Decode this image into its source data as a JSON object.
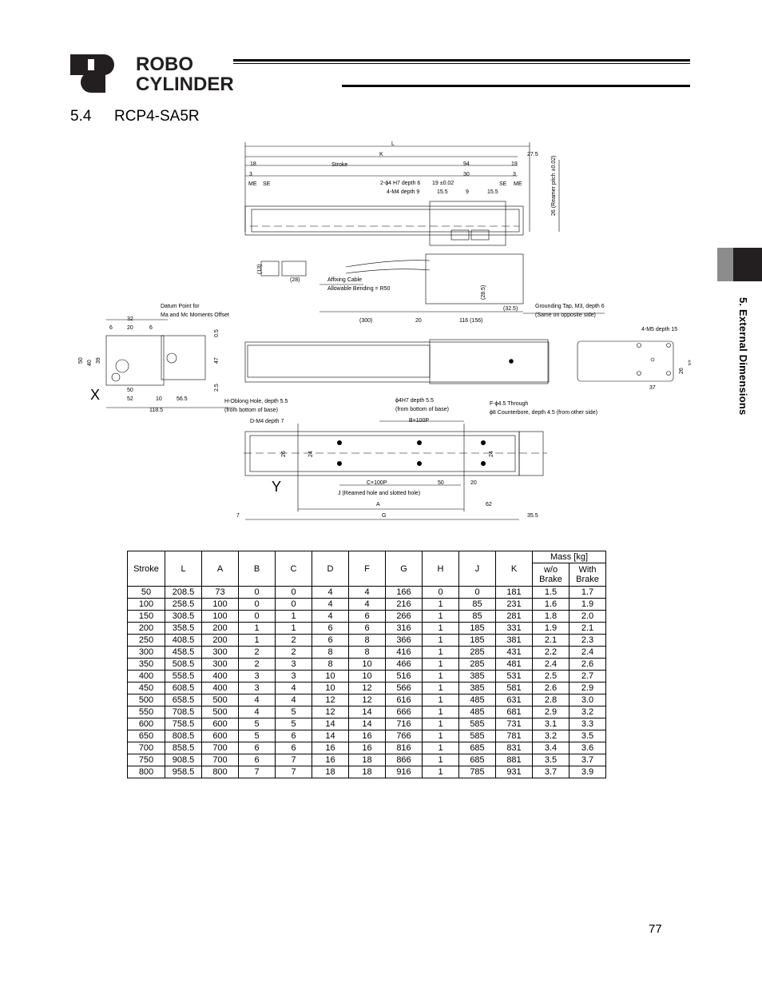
{
  "brand": {
    "line1": "ROBO",
    "line2": "CYLINDER"
  },
  "section": {
    "number": "5.4",
    "title": "RCP4-SA5R"
  },
  "side_tab": "5. External Dimensions",
  "page_number": "77",
  "drawing": {
    "top_labels": [
      "L",
      "K",
      "27.5",
      "18",
      "Stroke",
      "94",
      "19",
      "3",
      "30",
      "3",
      "ME",
      "SE",
      "SE",
      "ME",
      "15.5",
      "9",
      "15.5"
    ],
    "reamer_note": "26 (Reamer pitch ±0.02)",
    "hole_note_1": "2-ϕ4 H7 depth 6",
    "hole_note_2": "4-M4 depth 9",
    "tol_19": "19 ±0.02",
    "cable_note_1": "Affixing Cable",
    "cable_note_2": "Allowable Bending = R50",
    "dim_13": "(13)",
    "dim_28": "(28)",
    "dim_285": "(28.5)",
    "dim_325": "(32.5)",
    "ground_note_1": "Grounding Tap, M3, depth 6",
    "ground_note_2": "(Same on opposite side)",
    "dim_300": "(300)",
    "dim_20": "20",
    "dim_116": "116 (156)",
    "datum_note_1": "Datum Point for",
    "datum_note_2": "Ma and Mc Moments Offset",
    "end_dims": [
      "32",
      "6",
      "20",
      "6",
      "0.5",
      "47",
      "2.5",
      "50",
      "40",
      "39",
      "50",
      "52",
      "10",
      "56.5",
      "118.5"
    ],
    "axis_x": "X",
    "axis_y": "Y",
    "m5_note": "4-M5 depth 15",
    "m5_dims": [
      "26",
      "37",
      "37"
    ],
    "h_note_1": "H-Oblong Hole, depth 5.5",
    "h_note_2": "(from bottom of base)",
    "phi4_note_1": "ϕ4H7 depth 5.5",
    "phi4_note_2": "(from bottom of base)",
    "f_note_1": "F-ϕ4.5 Through",
    "f_note_2": "ϕ8 Counterbore, depth 4.5 (from other side)",
    "d_note": "D-M4 depth 7",
    "b100p": "B×100P",
    "c100p": "C×100P",
    "dim_50": "50",
    "dim_20b": "20",
    "j_note": "J (Reamed hole and slotted hole)",
    "a_label": "A",
    "dim_62": "62",
    "g_label": "G",
    "dim_7": "7",
    "dim_355": "35.5",
    "dim_26b": "26",
    "dim_24": "24",
    "dim_24b": "24"
  },
  "table": {
    "headers": [
      "Stroke",
      "L",
      "A",
      "B",
      "C",
      "D",
      "F",
      "G",
      "H",
      "J",
      "K"
    ],
    "mass_header": "Mass [kg]",
    "mass_sub": [
      "w/o Brake",
      "With Brake"
    ],
    "rows": [
      [
        "50",
        "208.5",
        "73",
        "0",
        "0",
        "4",
        "4",
        "166",
        "0",
        "0",
        "181",
        "1.5",
        "1.7"
      ],
      [
        "100",
        "258.5",
        "100",
        "0",
        "0",
        "4",
        "4",
        "216",
        "1",
        "85",
        "231",
        "1.6",
        "1.9"
      ],
      [
        "150",
        "308.5",
        "100",
        "0",
        "1",
        "4",
        "6",
        "266",
        "1",
        "85",
        "281",
        "1.8",
        "2.0"
      ],
      [
        "200",
        "358.5",
        "200",
        "1",
        "1",
        "6",
        "6",
        "316",
        "1",
        "185",
        "331",
        "1.9",
        "2.1"
      ],
      [
        "250",
        "408.5",
        "200",
        "1",
        "2",
        "6",
        "8",
        "366",
        "1",
        "185",
        "381",
        "2.1",
        "2.3"
      ],
      [
        "300",
        "458.5",
        "300",
        "2",
        "2",
        "8",
        "8",
        "416",
        "1",
        "285",
        "431",
        "2.2",
        "2.4"
      ],
      [
        "350",
        "508.5",
        "300",
        "2",
        "3",
        "8",
        "10",
        "466",
        "1",
        "285",
        "481",
        "2.4",
        "2.6"
      ],
      [
        "400",
        "558.5",
        "400",
        "3",
        "3",
        "10",
        "10",
        "516",
        "1",
        "385",
        "531",
        "2.5",
        "2.7"
      ],
      [
        "450",
        "608.5",
        "400",
        "3",
        "4",
        "10",
        "12",
        "566",
        "1",
        "385",
        "581",
        "2.6",
        "2.9"
      ],
      [
        "500",
        "658.5",
        "500",
        "4",
        "4",
        "12",
        "12",
        "616",
        "1",
        "485",
        "631",
        "2.8",
        "3.0"
      ],
      [
        "550",
        "708.5",
        "500",
        "4",
        "5",
        "12",
        "14",
        "666",
        "1",
        "485",
        "681",
        "2.9",
        "3.2"
      ],
      [
        "600",
        "758.5",
        "600",
        "5",
        "5",
        "14",
        "14",
        "716",
        "1",
        "585",
        "731",
        "3.1",
        "3.3"
      ],
      [
        "650",
        "808.5",
        "600",
        "5",
        "6",
        "14",
        "16",
        "766",
        "1",
        "585",
        "781",
        "3.2",
        "3.5"
      ],
      [
        "700",
        "858.5",
        "700",
        "6",
        "6",
        "16",
        "16",
        "816",
        "1",
        "685",
        "831",
        "3.4",
        "3.6"
      ],
      [
        "750",
        "908.5",
        "700",
        "6",
        "7",
        "16",
        "18",
        "866",
        "1",
        "685",
        "881",
        "3.5",
        "3.7"
      ],
      [
        "800",
        "958.5",
        "800",
        "7",
        "7",
        "18",
        "18",
        "916",
        "1",
        "785",
        "931",
        "3.7",
        "3.9"
      ]
    ]
  }
}
